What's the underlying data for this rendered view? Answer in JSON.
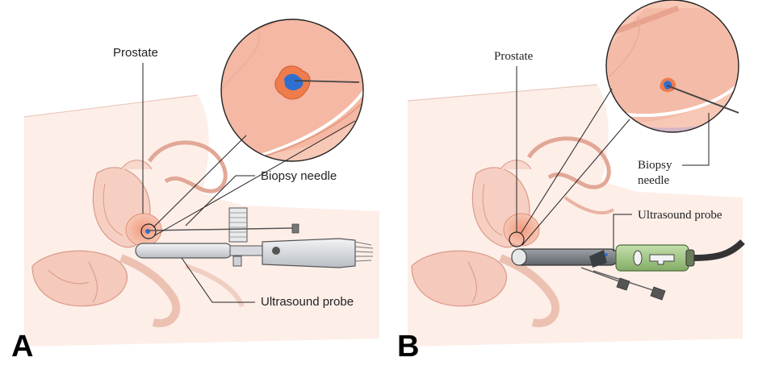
{
  "panels": [
    {
      "letter": "A",
      "labels": {
        "prostate": "Prostate",
        "biopsy_needle": "Biopsy needle",
        "ultrasound_probe": "Ultrasound probe"
      }
    },
    {
      "letter": "B",
      "labels": {
        "prostate": "Prostate",
        "biopsy_needle_line1": "Biopsy",
        "biopsy_needle_line2": "needle",
        "ultrasound_probe": "Ultrasound probe"
      }
    }
  ],
  "colors": {
    "tissue_light": "#fbe3da",
    "tissue_mid": "#f4c4b4",
    "tissue_dark": "#e7a08c",
    "outline": "#d99a88",
    "lesion_blue": "#2f6fd0",
    "lesion_orange": "#e86d3c",
    "probe_gray": "#c9cdd2",
    "probe_green": "#9cc27e",
    "leader": "#222222"
  }
}
